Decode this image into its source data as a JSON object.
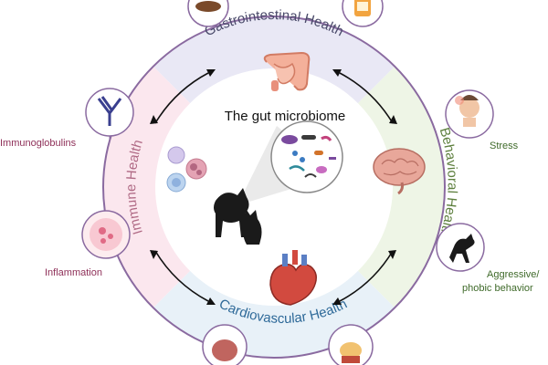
{
  "title": "The gut microbiome",
  "sections": {
    "gastro": {
      "label": "Gastrointestinal Health",
      "color": "#e9e8f5"
    },
    "behavioral": {
      "label": "Behavioral Health",
      "color": "#eef5e6"
    },
    "cardio": {
      "label": "Cardiovascular Health",
      "color": "#e8f1f8"
    },
    "immune": {
      "label": "Immune Health",
      "color": "#fbe7ee"
    }
  },
  "side_labels": {
    "immunoglobulins": "Immunoglobulins",
    "inflammation": "Inflammation",
    "stress": "Stress",
    "aggressive_line1": "Aggressive/",
    "aggressive_line2": "phobic behavior"
  },
  "colors": {
    "ring": "#8a6aa0",
    "gastro_text": "#4a4a6a",
    "behavior_text": "#5d7f3d",
    "cardio_text": "#2f6a99",
    "immune_text": "#b06a85",
    "immuno_text": "#8e2f58",
    "inflam_text": "#8e2f58",
    "stress_text": "#3f6a2a"
  }
}
